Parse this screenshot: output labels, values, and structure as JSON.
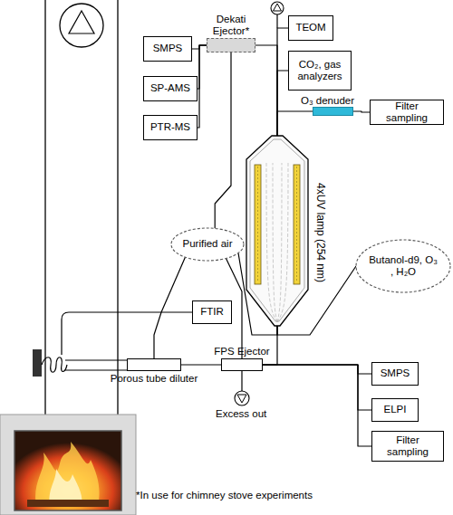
{
  "diagram": {
    "nodes": [
      {
        "text": [
          "SMPS"
        ]
      },
      {
        "text": [
          "SP-AMS"
        ]
      },
      {
        "text": [
          "PTR-MS"
        ]
      },
      {
        "text": [
          "Dekati Ejector*"
        ]
      },
      {
        "text": [
          "TEOM"
        ]
      },
      {
        "text": [
          "CO₂, gas analyzers"
        ]
      },
      {
        "text": [
          "O₃ denuder"
        ]
      },
      {
        "text": [
          "Filter sampling"
        ]
      },
      {
        "text": [
          "4xUV lamp (254 nm)"
        ]
      },
      {
        "text": [
          "Purified air"
        ]
      },
      {
        "text": [
          "Butanol-d9, O₃ , H₂O"
        ]
      },
      {
        "text": [
          "FTIR"
        ]
      },
      {
        "text": [
          "Porous tube diluter"
        ]
      },
      {
        "text": [
          "FPS Ejector"
        ]
      },
      {
        "text": [
          "SMPS"
        ]
      },
      {
        "text": [
          "ELPI"
        ]
      },
      {
        "text": [
          "Filter sampling"
        ]
      }
    ],
    "edges": [
      {
        "from": 3,
        "to": 0,
        "arrow": "none"
      },
      {
        "from": 3,
        "to": 1,
        "arrow": "none"
      },
      {
        "from": 3,
        "to": 2,
        "arrow": "none"
      },
      {
        "from": 8,
        "to": 3,
        "arrow": "none"
      },
      {
        "from": 8,
        "to": 4,
        "arrow": "none"
      },
      {
        "from": 8,
        "to": 5,
        "arrow": "none"
      },
      {
        "from": 8,
        "to": 6,
        "arrow": "none"
      },
      {
        "from": 6,
        "to": 7,
        "arrow": "none"
      },
      {
        "from": 9,
        "to": 3,
        "arrow": "none"
      },
      {
        "from": 9,
        "to": 12,
        "arrow": "none"
      },
      {
        "from": 9,
        "to": 13,
        "arrow": "none"
      },
      {
        "from": 9,
        "to": 8,
        "arrow": "none"
      },
      {
        "from": 10,
        "to": 8,
        "arrow": "none"
      },
      {
        "from": 12,
        "to": 13,
        "arrow": "none"
      },
      {
        "from": 13,
        "to": 8,
        "arrow": "none"
      },
      {
        "from": 13,
        "to": 14,
        "arrow": "none"
      },
      {
        "from": 13,
        "to": 15,
        "arrow": "none"
      },
      {
        "from": 13,
        "to": 16,
        "arrow": "none"
      }
    ],
    "labels": [
      "Excess out",
      "*In use for chimney stove experiments"
    ]
  }
}
